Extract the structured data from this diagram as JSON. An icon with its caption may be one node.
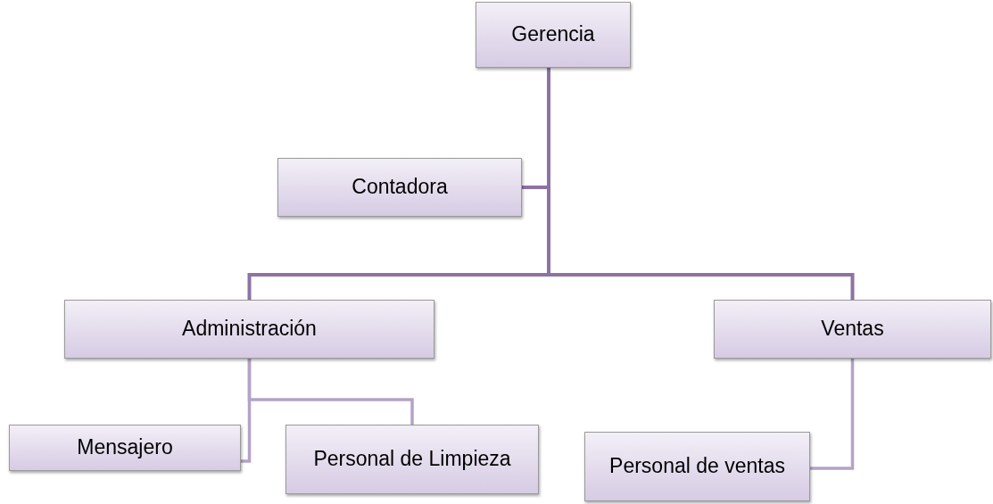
{
  "diagram": {
    "nodes": [
      {
        "text": [
          "Gerencia"
        ]
      },
      {
        "text": [
          "Contadora"
        ]
      },
      {
        "text": [
          "Administración"
        ]
      },
      {
        "text": [
          "Ventas"
        ]
      },
      {
        "text": [
          "Mensajero"
        ]
      },
      {
        "text": [
          "Personal de Limpieza"
        ]
      },
      {
        "text": [
          "Personal de ventas"
        ]
      }
    ],
    "edges": [
      {
        "from": 0,
        "to": 1,
        "arrow": "none"
      },
      {
        "from": 0,
        "to": 2,
        "arrow": "none"
      },
      {
        "from": 0,
        "to": 3,
        "arrow": "none"
      },
      {
        "from": 2,
        "to": 4,
        "arrow": "none",
        "color": "#b4a3c6"
      },
      {
        "from": 2,
        "to": 5,
        "arrow": "none",
        "color": "#b4a3c6"
      },
      {
        "from": 3,
        "to": 6,
        "arrow": "none",
        "color": "#b4a3c6"
      }
    ]
  }
}
